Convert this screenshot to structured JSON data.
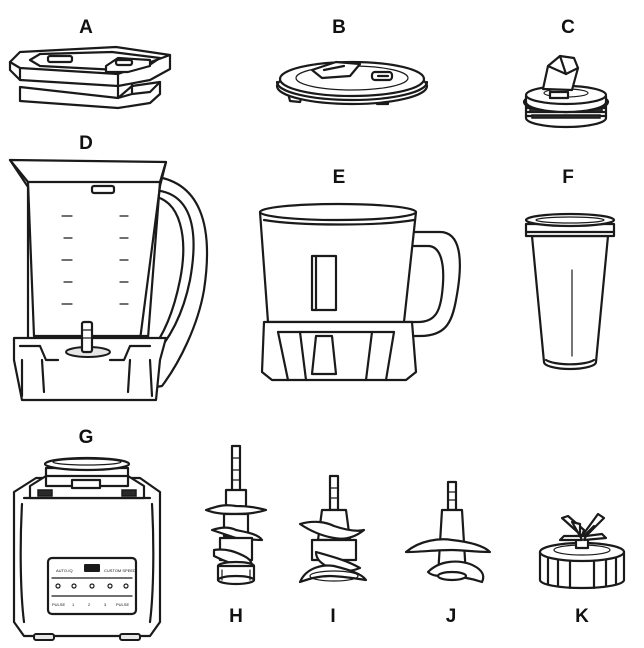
{
  "labels": {
    "a": "A",
    "b": "B",
    "c": "C",
    "d": "D",
    "e": "E",
    "f": "F",
    "g": "G",
    "h": "H",
    "i": "I",
    "j": "J",
    "k": "K"
  },
  "panel": {
    "top_left": "AUTO-IQ",
    "top_right": "CUSTOM SPEED",
    "bottom_row": [
      "PULSE",
      "1",
      "2",
      "3",
      "PULSE"
    ]
  }
}
